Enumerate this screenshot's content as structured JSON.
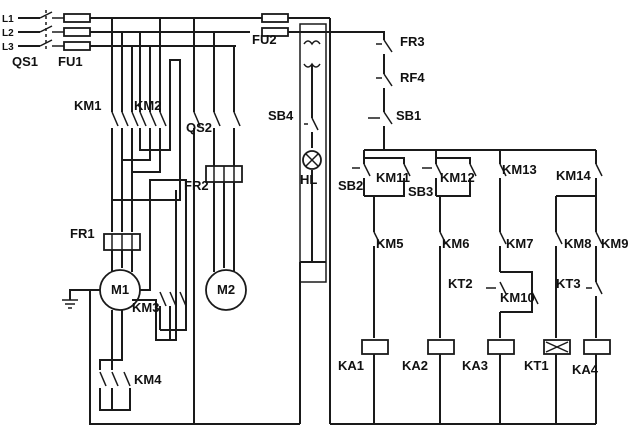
{
  "labels": {
    "l1": "L1",
    "l2": "L2",
    "l3": "L3",
    "qs1": "QS1",
    "fu1": "FU1",
    "fu2": "FU2",
    "km1": "KM1",
    "km2": "KM2",
    "qs2": "QS2",
    "fr2": "FR2",
    "fr1": "FR1",
    "m1": "M1",
    "m2": "M2",
    "km3": "KM3",
    "km4": "KM4",
    "fr3": "FR3",
    "rf4": "RF4",
    "sb1": "SB1",
    "sb4": "SB4",
    "hl": "HL",
    "sb2": "SB2",
    "sb3": "SB3",
    "km11": "KM11",
    "km12": "KM12",
    "km13": "KM13",
    "km14": "KM14",
    "km5": "KM5",
    "km6": "KM6",
    "km7": "KM7",
    "km8": "KM8",
    "km9": "KM9",
    "kt2": "KT2",
    "km10": "KM10",
    "kt3": "KT3",
    "ka1": "KA1",
    "ka2": "KA2",
    "ka3": "KA3",
    "kt1": "KT1",
    "ka4": "KA4"
  }
}
